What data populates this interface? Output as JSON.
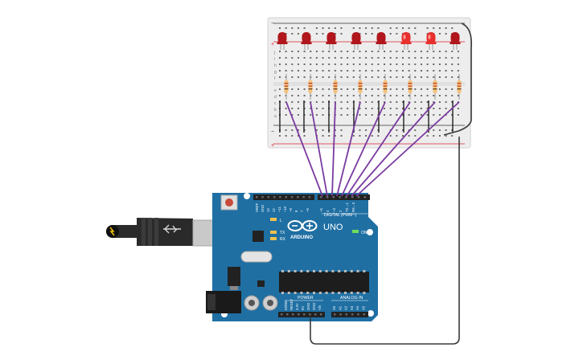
{
  "breadboard": {
    "row_letters_top": [
      "j",
      "i",
      "h",
      "g",
      "f"
    ],
    "row_letters_bottom": [
      "e",
      "d",
      "c",
      "b",
      "a"
    ],
    "rail_minus": "−",
    "rail_plus": "+"
  },
  "leds": {
    "count": 8,
    "lit": [
      false,
      false,
      false,
      false,
      false,
      true,
      true,
      false
    ],
    "colors": {
      "off": "#b0161b",
      "on": "#e8302e"
    }
  },
  "resistors": {
    "count": 8
  },
  "arduino": {
    "board_color": "#1f6fa3",
    "model": "UNO",
    "brand": "ARDUINO",
    "digital_header_label": "DIGITAL (PWM~)",
    "analog_header_label": "ANALOG IN",
    "power_header_label": "POWER",
    "on_label": "ON",
    "tx_label": "TX",
    "rx_label": "RX",
    "l_label": "L",
    "digital_pins": [
      "AREF",
      "GND",
      "13",
      "12",
      "~11",
      "~10",
      "~9",
      "8",
      "7",
      "~6",
      "~5",
      "4",
      "~3",
      "2",
      "TX→1",
      "RX←0"
    ],
    "power_pins": [
      "IOREF",
      "RESET",
      "3.3V",
      "5V",
      "GND",
      "GND",
      "Vin"
    ],
    "analog_pins": [
      "A0",
      "A1",
      "A2",
      "A3",
      "A4",
      "A5"
    ]
  },
  "wire_colors": {
    "signal": "#7a3aa0",
    "ground": "#3a3a3a",
    "leg": "#1e1e1e"
  }
}
